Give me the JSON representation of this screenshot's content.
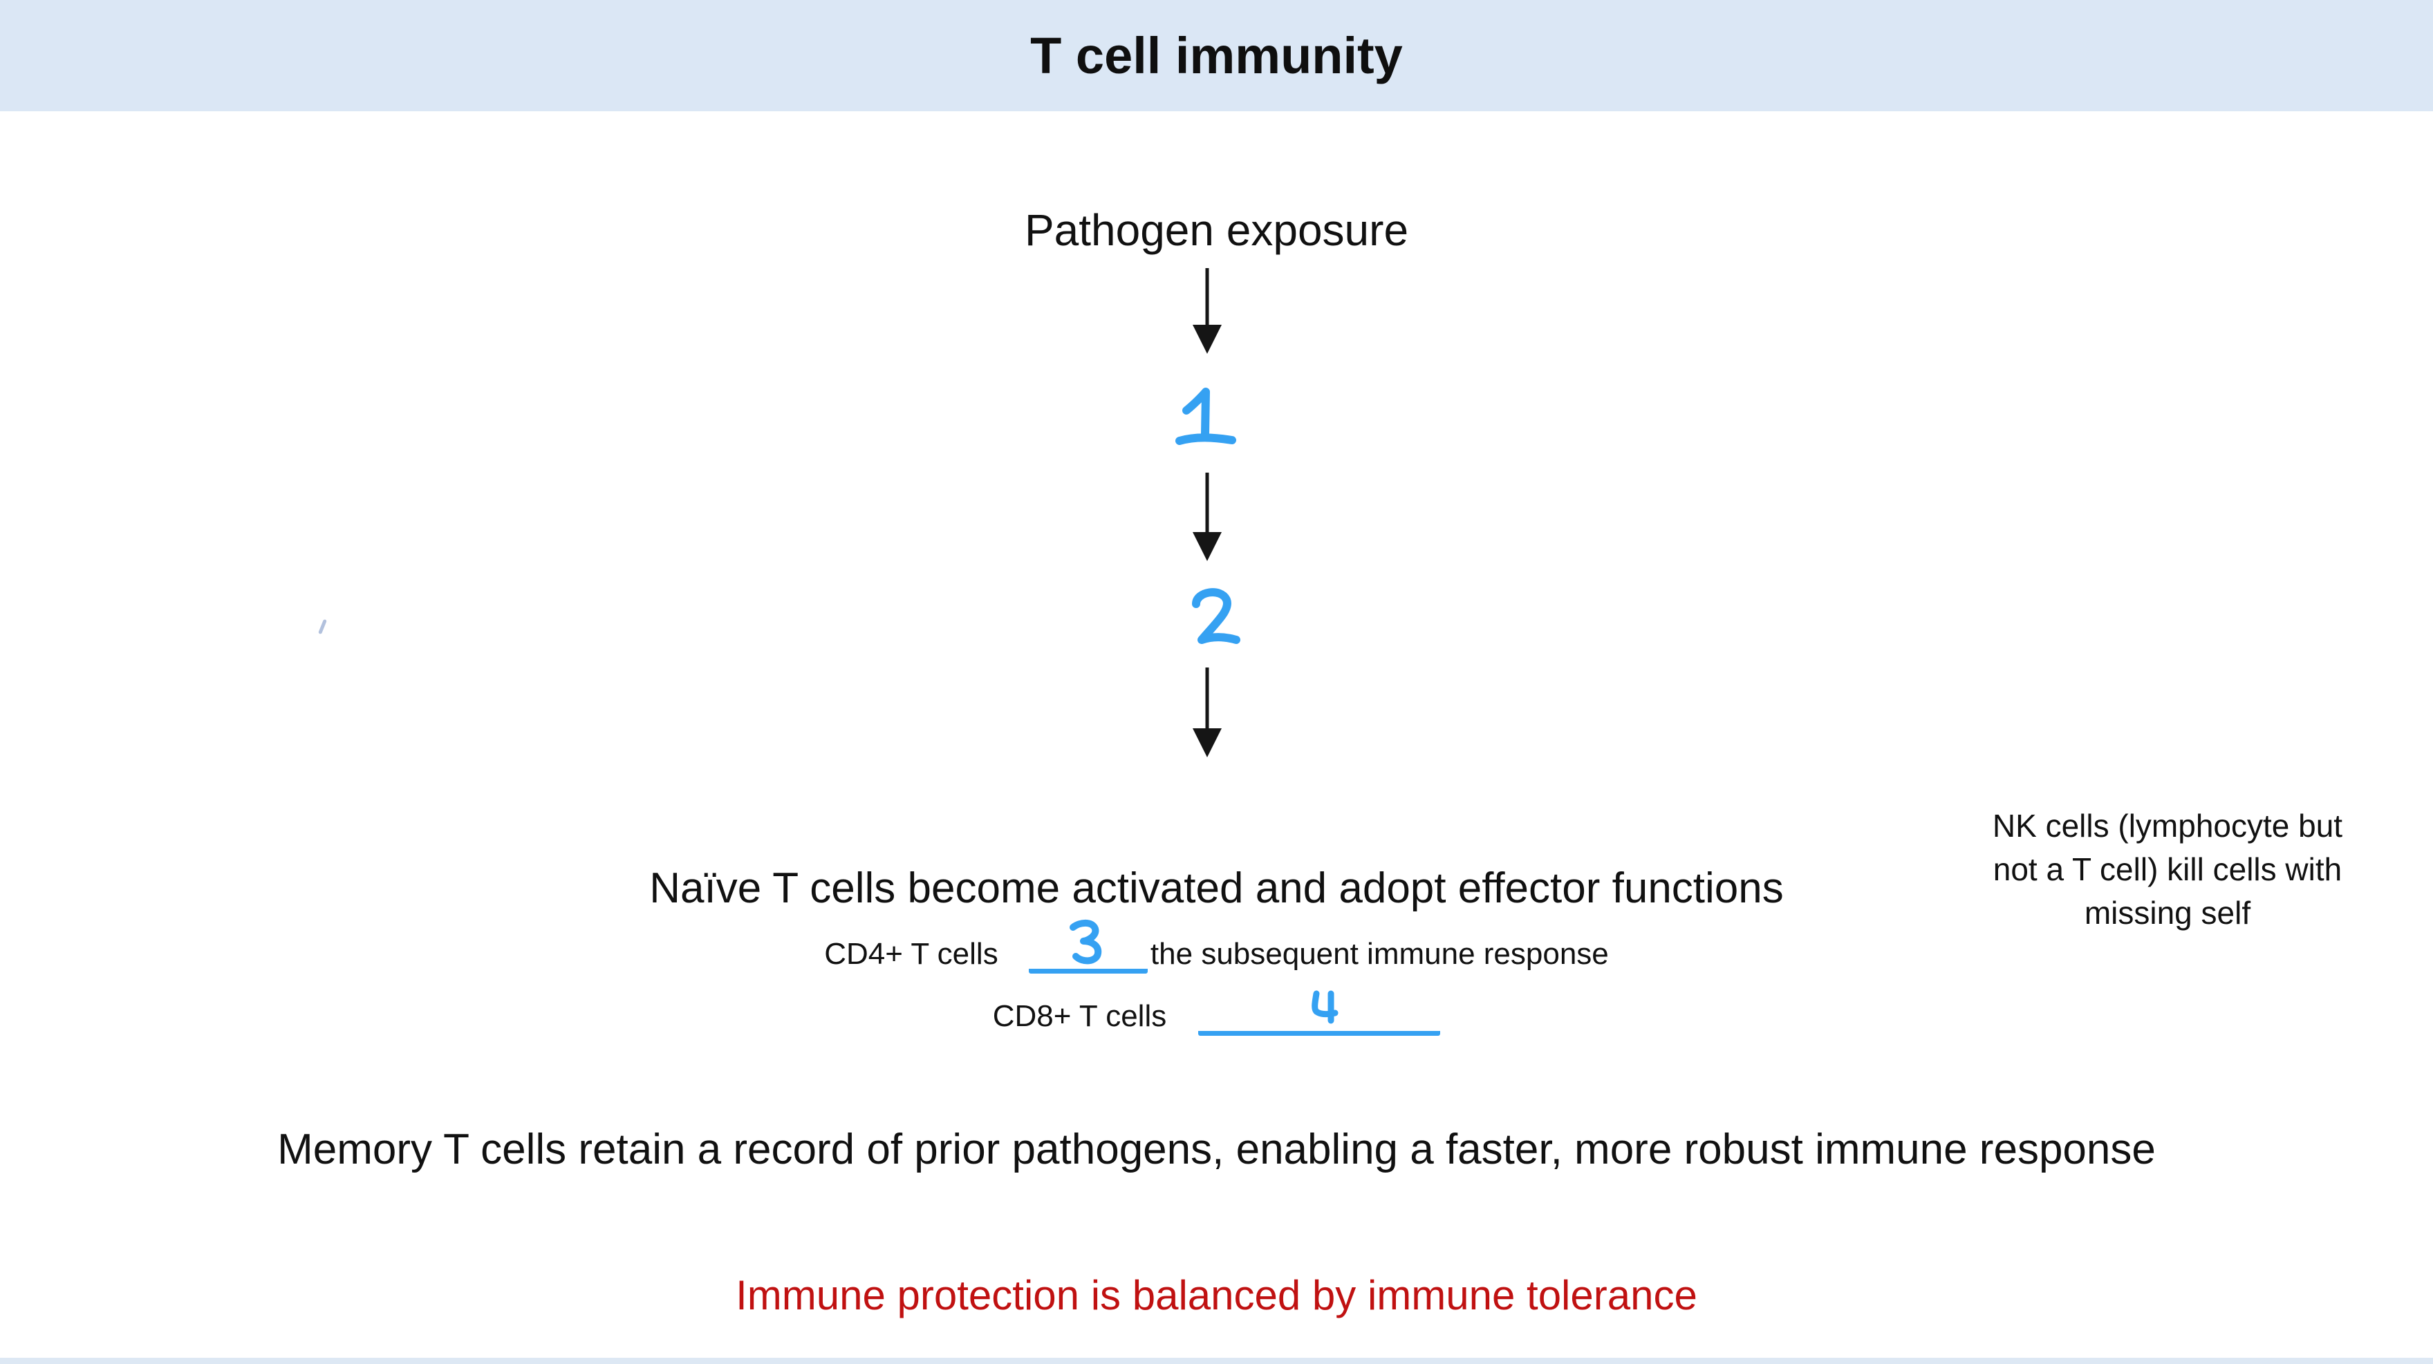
{
  "header": {
    "title": "T cell immunity"
  },
  "flow": {
    "start_label": "Pathogen exposure",
    "step1": {
      "value": "1"
    },
    "step2": {
      "value": "2"
    },
    "activation": {
      "heading": "Naïve T cells become activated and adopt effector functions",
      "cd4_prefix": "CD4+ T cells ",
      "cd4_blank_value": "3",
      "cd4_suffix": "the subsequent immune response",
      "cd8_prefix": "CD8+ T cells",
      "cd8_blank_value": "4"
    }
  },
  "nk_note": {
    "lines": [
      "NK cells (lymphocyte but",
      "not a T cell) kill cells with",
      "missing self"
    ]
  },
  "memory_note": "Memory T cells retain a record of prior pathogens, enabling a faster, more robust immune response",
  "tolerance_note": "Immune protection is balanced by immune tolerance",
  "colors": {
    "band_blue": "#dbe7f5",
    "ink_blue": "#35a1f2",
    "note_red": "#c01111",
    "text_black": "#111111"
  }
}
